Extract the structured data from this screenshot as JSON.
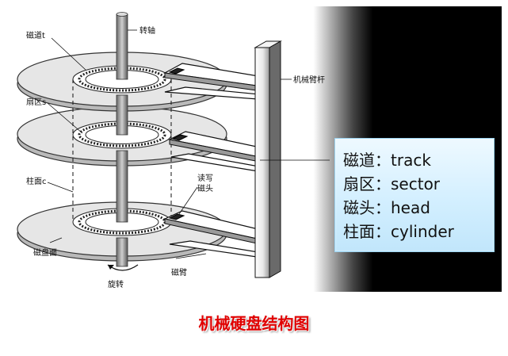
{
  "diagram": {
    "labels": {
      "spindle": "转轴",
      "track": "磁道t",
      "sector": "扇区s",
      "cylinder": "柱面c",
      "platter": "磁盘面",
      "arm_shaft": "机械臂杆",
      "rw_head": [
        "读写",
        "磁头"
      ],
      "arm": "磁臂",
      "rotation": "旋转"
    },
    "legend": [
      {
        "term": "磁道",
        "sep": "：",
        "english": "track"
      },
      {
        "term": "扇区",
        "sep": "：",
        "english": "sector"
      },
      {
        "term": "磁头",
        "sep": "：",
        "english": "head"
      },
      {
        "term": "柱面",
        "sep": "：",
        "english": "cylinder"
      }
    ]
  },
  "caption": "机械硬盘结构图",
  "colors": {
    "caption": "#e00000",
    "background_dark": "#000000",
    "legend_fill": "#d3efff",
    "legend_border": "#9bd4f2"
  }
}
